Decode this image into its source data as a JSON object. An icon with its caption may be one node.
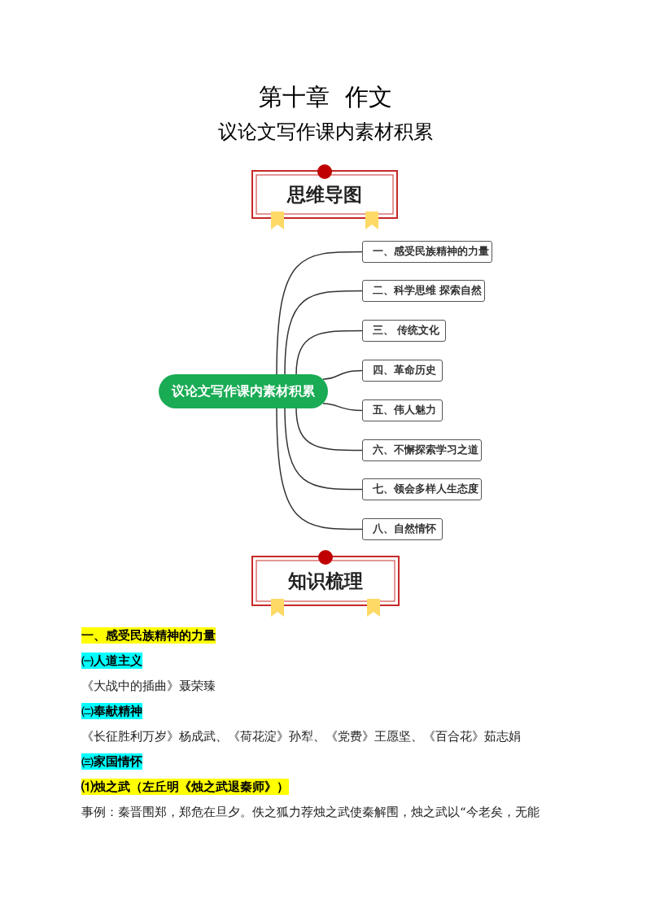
{
  "diagram": {
    "title": "第十章  作文",
    "nodes": [
      {
        "text": [
          "思维导图"
        ]
      },
      {
        "text": [
          "议论文写作课内素材积累"
        ]
      },
      {
        "text": [
          "一、感受民族精神的力量"
        ]
      },
      {
        "text": [
          "二、科学思维 探索自然"
        ]
      },
      {
        "text": [
          "三、 传统文化"
        ]
      },
      {
        "text": [
          "四、革命历史"
        ]
      },
      {
        "text": [
          "五、伟人魅力"
        ]
      },
      {
        "text": [
          "六、不懈探索学习之道"
        ]
      },
      {
        "text": [
          "七、领会多样人生态度"
        ]
      },
      {
        "text": [
          "八、自然情怀"
        ]
      },
      {
        "text": [
          "知识梳理"
        ]
      }
    ],
    "edges": [
      {
        "from": 1,
        "to": 2,
        "arrow": "none"
      },
      {
        "from": 1,
        "to": 3,
        "arrow": "none"
      },
      {
        "from": 1,
        "to": 4,
        "arrow": "none"
      },
      {
        "from": 1,
        "to": 5,
        "arrow": "none"
      },
      {
        "from": 1,
        "to": 6,
        "arrow": "none"
      },
      {
        "from": 1,
        "to": 7,
        "arrow": "none"
      },
      {
        "from": 1,
        "to": 8,
        "arrow": "none"
      },
      {
        "from": 1,
        "to": 9,
        "arrow": "none"
      }
    ],
    "labels": [
      "议论文写作课内素材积累",
      "一、感受民族精神的力量",
      "㈠人道主义",
      "《大战中的插曲》聂荣臻",
      "㈡奉献精神",
      "《长征胜利万岁》杨成武、《荷花淀》孙犁、《党费》王愿坚、《百合花》茹志娟",
      "㈢家国情怀",
      "⑴烛之武（左丘明《烛之武退秦师》）",
      "事例：秦晋围郑，郑危在旦夕。佚之狐力荐烛之武使秦解围，烛之武以“今老矣，无能"
    ]
  }
}
